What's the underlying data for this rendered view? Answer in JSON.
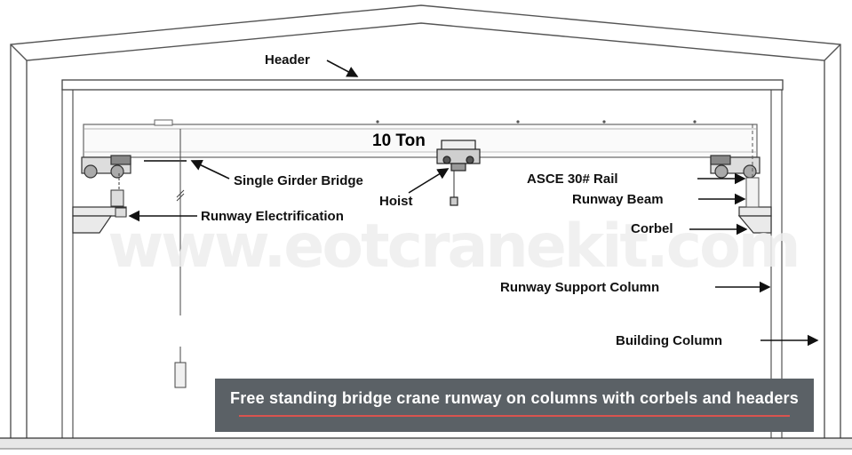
{
  "diagram": {
    "watermark": "www.eotcranekit.com",
    "capacity": "10 Ton",
    "labels": {
      "header": "Header",
      "single_girder_bridge": "Single Girder Bridge",
      "hoist": "Hoist",
      "runway_electrification": "Runway Electrification",
      "asce_rail": "ASCE 30# Rail",
      "runway_beam": "Runway Beam",
      "corbel": "Corbel",
      "runway_support_column": "Runway Support Column",
      "building_column": "Building Column"
    },
    "caption": "Free standing bridge crane runway on columns with corbels and headers",
    "colors": {
      "caption_bg": "#5b6166",
      "caption_rule": "#d9534f",
      "line": "#333333"
    }
  }
}
